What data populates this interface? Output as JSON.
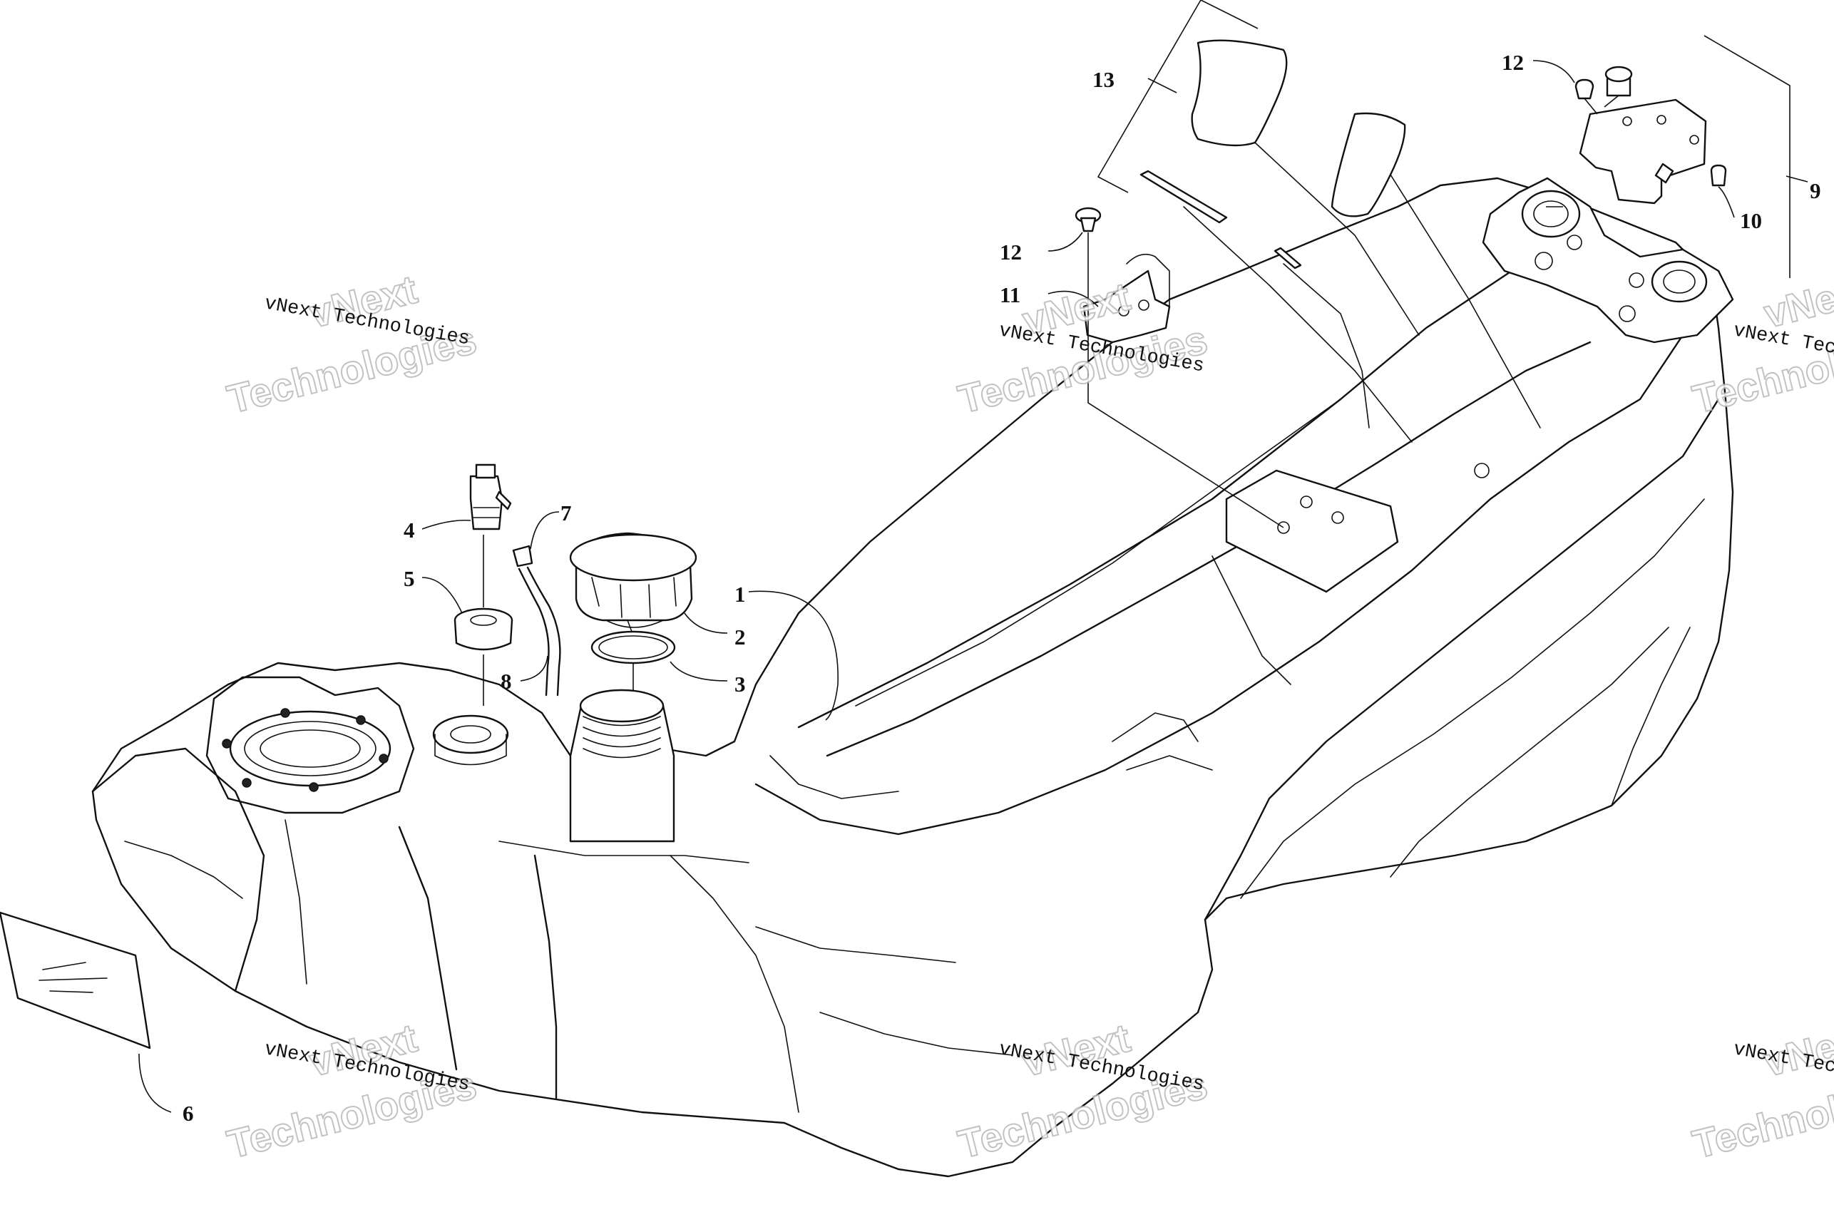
{
  "callouts": {
    "c1": "1",
    "c2": "2",
    "c3": "3",
    "c4": "4",
    "c5": "5",
    "c6": "6",
    "c7": "7",
    "c8": "8",
    "c9": "9",
    "c10": "10",
    "c11": "11",
    "c12a": "12",
    "c12b": "12",
    "c13": "13"
  },
  "watermark": {
    "brand": "vNext Technologies",
    "big_line1": "vNext",
    "big_line2": "Technologies"
  }
}
